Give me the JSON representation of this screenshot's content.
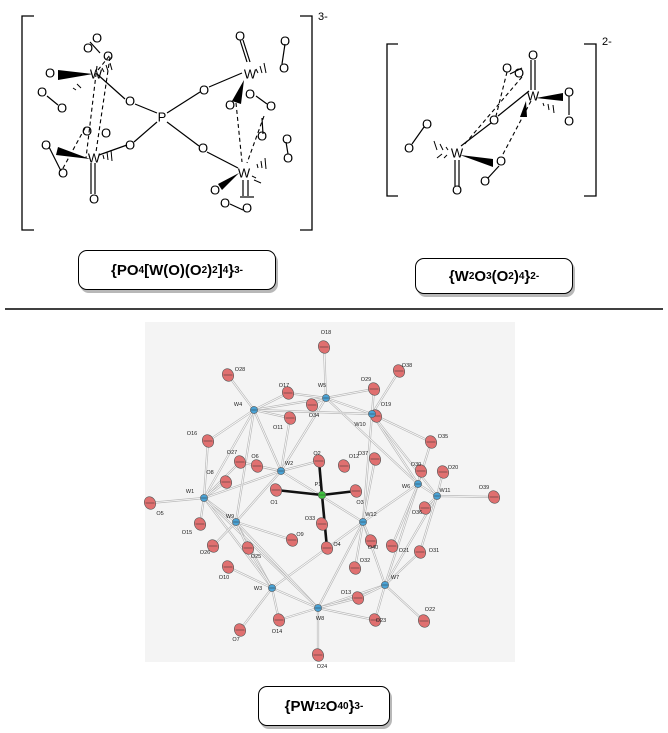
{
  "structures": [
    {
      "id": "po4-w-peroxo",
      "charge": "3-",
      "caption": {
        "open": "{PO",
        "s1": "4",
        "m1": "[W(O)(O",
        "s2": "2",
        "m2": ")",
        "s3": "2",
        "m3": "]",
        "s4": "4",
        "m4": "}",
        "sup": "3-"
      }
    },
    {
      "id": "w2o3-peroxo",
      "charge": "2-",
      "caption": {
        "open": "{W",
        "s1": "2",
        "m1": "O",
        "s2": "3",
        "m2": "(O",
        "s3": "2",
        "m3": ")",
        "s4": "4",
        "m4": "}",
        "sup": "2-"
      }
    },
    {
      "id": "pw12o40",
      "caption": {
        "open": "{PW",
        "s1": "12",
        "m1": "O",
        "s2": "40",
        "m2": "}",
        "sup": "3-"
      }
    }
  ],
  "atoms": {
    "tungsten": "W",
    "oxygen": "O",
    "phosphorus": "P"
  },
  "ortep_labels": {
    "p": [
      "P1"
    ],
    "w": [
      "W1",
      "W2",
      "W3",
      "W4",
      "W5",
      "W6",
      "W7",
      "W8",
      "W9",
      "W10",
      "W11",
      "W12"
    ],
    "o": [
      "O1",
      "O2",
      "O3",
      "O4",
      "O5",
      "O6",
      "O7",
      "O8",
      "O9",
      "O10",
      "O11",
      "O12",
      "O13",
      "O14",
      "O15",
      "O16",
      "O17",
      "O18",
      "O19",
      "O20",
      "O21",
      "O22",
      "O23",
      "O24",
      "O25",
      "O26",
      "O27",
      "O28",
      "O29",
      "O30",
      "O31",
      "O32",
      "O33",
      "O34",
      "O35",
      "O36",
      "O37",
      "O38",
      "O39",
      "O40"
    ]
  },
  "colors": {
    "tungsten": "#4aa3d6",
    "oxygen": "#e07070",
    "phosphorus": "#3ec23e",
    "divider": "#000000"
  }
}
